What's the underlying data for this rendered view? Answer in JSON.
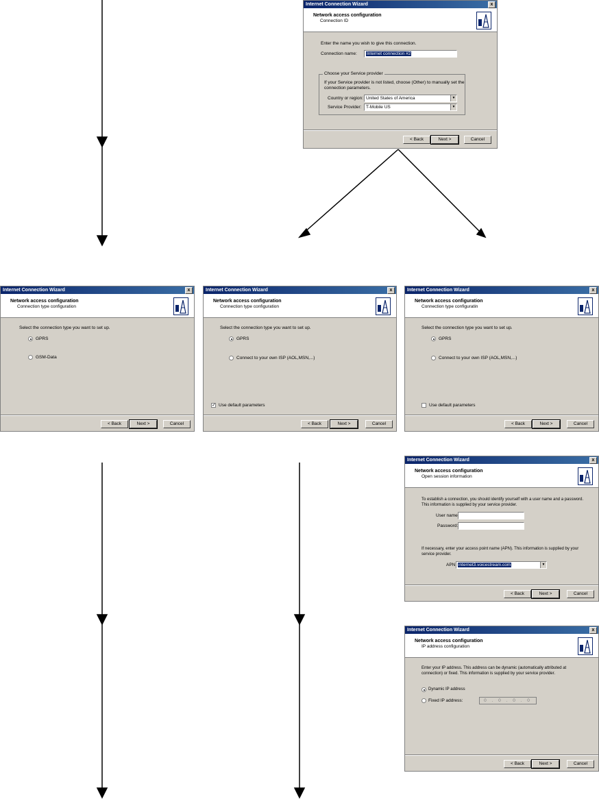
{
  "window_title": "Internet Connection Wizard",
  "heading": "Network access configuration",
  "close_glyph": "x",
  "buttons": {
    "back": "< Back",
    "next": "Next >",
    "cancel": "Cancel"
  },
  "icons": {
    "header_logo": "antenna-tower-phone-icon",
    "close": "close-icon"
  },
  "colors": {
    "titlebar": "#0a246a",
    "dialog": "#d4d0c8",
    "arrow": "#000000"
  },
  "dialog_id": {
    "subtitle": "Connection ID",
    "intro": "Enter the name you wish to give this connection.",
    "name_label": "Connection name:",
    "name_value": "Internet connection #2",
    "group_label": "Choose your Service provider",
    "group_text_1": "If your Service provider is not listed, choose (Other) to manually set the",
    "group_text_2": "connection parameters.",
    "country_label": "Country or region:",
    "country_value": "United States of America",
    "provider_label": "Service Provider:",
    "provider_value": "T-Mobile US"
  },
  "dialog_type_a": {
    "subtitle": "Connection type configuration",
    "prompt": "Select the connection type you want to set up.",
    "opt1": "GPRS",
    "opt2": "GSM-Data"
  },
  "dialog_type_b": {
    "subtitle": "Connection type configuration",
    "prompt": "Select the connection type you want to set up.",
    "opt1": "GPRS",
    "opt2": "Connect to your own ISP (AOL,MSN,...)",
    "checkbox": "Use default parameters",
    "check_glyph": "✓"
  },
  "dialog_type_c": {
    "subtitle": "Connection type configuratin",
    "prompt": "Select the connection type you want to set up.",
    "opt1": "GPRS",
    "opt2": "Connect to your own ISP (AOL,MSN,...)",
    "checkbox": "Use default parameters"
  },
  "dialog_session": {
    "subtitle": "Open session information",
    "intro_1": "To establish a connection, you should identify yourself with a user name and a password.",
    "intro_2": "This information is supplied by your service provider.",
    "user_label": "User name:",
    "pass_label": "Password:",
    "apn_text_1": "If necessary, enter your access point name (APN). This information is supplied by your",
    "apn_text_2": "service provider.",
    "apn_label": "APN:",
    "apn_value": "internet3.voicestream.com"
  },
  "dialog_ip": {
    "subtitle": "IP address configuration",
    "intro_1": "Enter your IP address. This address can be dynamic (automatically attributed at",
    "intro_2": "connection) or fixed. This information is supplied by your service provider.",
    "opt1": "Dynamic IP address",
    "opt2": "Fixed IP address:",
    "ip_value": "0 . 0 . 0 . 0"
  }
}
